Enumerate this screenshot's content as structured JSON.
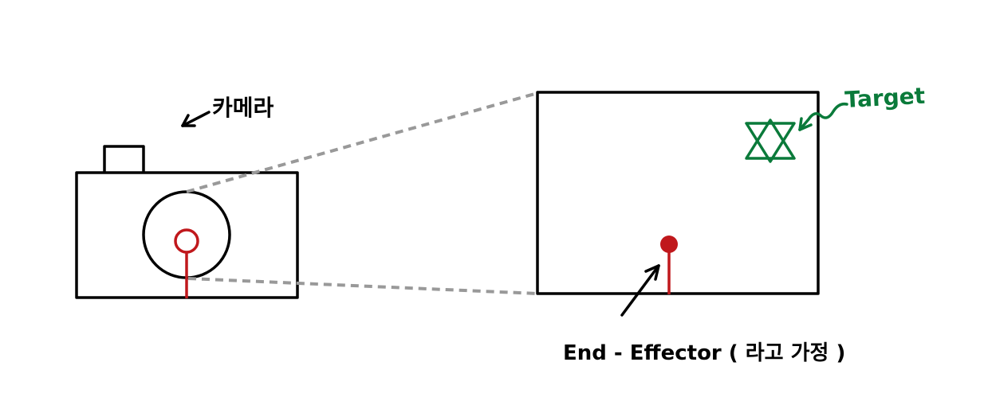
{
  "labels": {
    "camera": "카메라",
    "target": "Target",
    "end_effector": "End - Effector ( 라고 가정 )"
  },
  "colors": {
    "outline": "#000000",
    "projection_line": "#999999",
    "end_effector": "#c0181c",
    "target": "#0a7a3a"
  },
  "icons": {
    "target": "star-of-david-icon",
    "end_effector": "pin-icon",
    "camera": "camera-icon"
  }
}
